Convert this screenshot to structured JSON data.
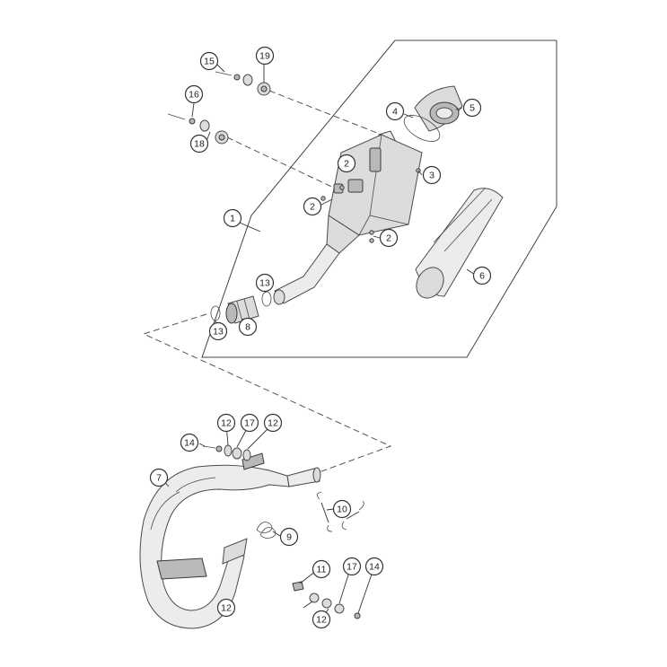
{
  "callouts": [
    {
      "label": "1"
    },
    {
      "label": "2"
    },
    {
      "label": "2"
    },
    {
      "label": "2"
    },
    {
      "label": "3"
    },
    {
      "label": "4"
    },
    {
      "label": "5"
    },
    {
      "label": "6"
    },
    {
      "label": "7"
    },
    {
      "label": "8"
    },
    {
      "label": "9"
    },
    {
      "label": "10"
    },
    {
      "label": "11"
    },
    {
      "label": "12"
    },
    {
      "label": "12"
    },
    {
      "label": "12"
    },
    {
      "label": "12"
    },
    {
      "label": "13"
    },
    {
      "label": "13"
    },
    {
      "label": "14"
    },
    {
      "label": "14"
    },
    {
      "label": "15"
    },
    {
      "label": "16"
    },
    {
      "label": "17"
    },
    {
      "label": "17"
    },
    {
      "label": "18"
    },
    {
      "label": "19"
    }
  ]
}
